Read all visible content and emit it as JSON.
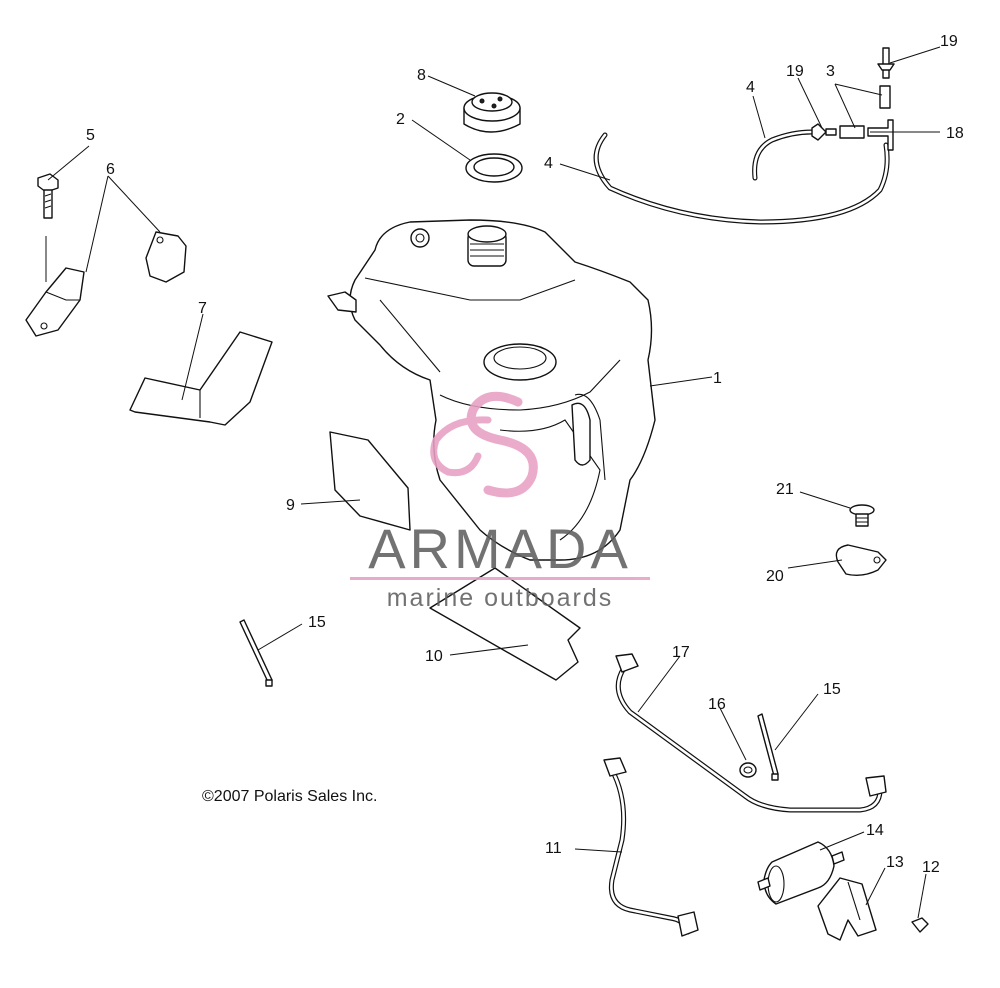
{
  "copyright": "©2007 Polaris Sales Inc.",
  "watermark": {
    "brand": "ARMADA",
    "tagline": "marine outboards",
    "brand_color": "#5f5f5f",
    "accent_color": "#e8a0c4"
  },
  "callouts": {
    "c1": "1",
    "c2": "2",
    "c3": "3",
    "c4a": "4",
    "c4b": "4",
    "c5": "5",
    "c6": "6",
    "c7": "7",
    "c8": "8",
    "c9": "9",
    "c10": "10",
    "c11": "11",
    "c12": "12",
    "c13": "13",
    "c14": "14",
    "c15a": "15",
    "c15b": "15",
    "c16": "16",
    "c17": "17",
    "c18": "18",
    "c19a": "19",
    "c19b": "19",
    "c20": "20",
    "c21": "21"
  }
}
